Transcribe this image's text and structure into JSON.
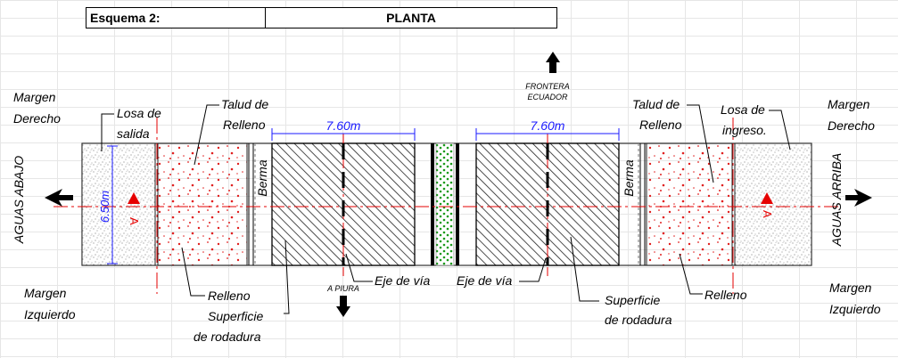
{
  "header": {
    "scheme_label": "Esquema 2:",
    "view_title": "PLANTA"
  },
  "labels": {
    "margen_derecho": [
      "Margen",
      "Derecho"
    ],
    "margen_izquierdo": [
      "Margen",
      "Izquierdo"
    ],
    "losa_salida": [
      "Losa de",
      "salida"
    ],
    "losa_ingreso": [
      "Losa de",
      "ingreso."
    ],
    "talud_relleno": [
      "Talud de",
      "Relleno"
    ],
    "relleno": "Relleno",
    "berma": "Berma",
    "eje_via": "Eje de vía",
    "superficie": [
      "Superficie",
      "de rodadura"
    ],
    "aguas_abajo": "AGUAS ABAJO",
    "aguas_arriba": "AGUAS ARRIBA",
    "frontera": [
      "FRONTERA",
      "ECUADOR"
    ],
    "a_piura": "A PIURA",
    "section_mark": "A"
  },
  "dimensions": {
    "span_left": "7.60m",
    "span_right": "7.60m",
    "width": "6.50m"
  },
  "colors": {
    "dimension": "#1a1aff",
    "axis": "#e60000",
    "fill_dots": "#e02020",
    "median": "#1a9a1a"
  }
}
